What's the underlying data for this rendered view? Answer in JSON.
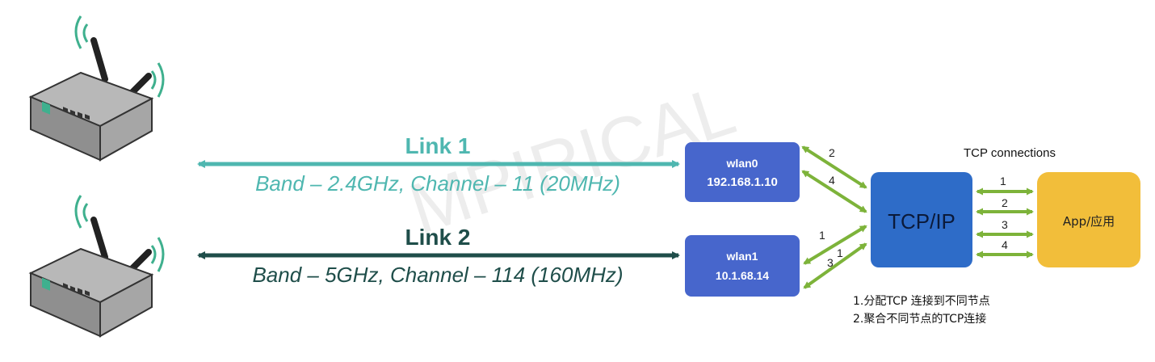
{
  "link1": {
    "title": "Link 1",
    "subtitle": "Band – 2.4GHz, Channel – 11 (20MHz)",
    "color": "#4FB7B0"
  },
  "link2": {
    "title": "Link 2",
    "subtitle": "Band – 5GHz, Channel – 114 (160MHz)",
    "color": "#1F4E4A"
  },
  "wlan0": {
    "name": "wlan0",
    "ip": "192.168.1.10",
    "color": "#4766CC"
  },
  "wlan1": {
    "name": "wlan1",
    "ip": "10.1.68.14",
    "color": "#4766CC"
  },
  "tcpip": {
    "label": "TCP/IP",
    "color": "#2E6CC8"
  },
  "app": {
    "label": "App/应用",
    "color": "#F2BE3A"
  },
  "tcp_connections_label": "TCP connections",
  "arrow_color": "#7DB33A",
  "wlan0_arrows": [
    "2",
    "4"
  ],
  "wlan1_arrows": [
    "1",
    "1",
    "3"
  ],
  "app_arrows": [
    "1",
    "2",
    "3",
    "4"
  ],
  "notes": [
    "1.分配TCP 连接到不同节点",
    "2.聚合不同节点的TCP连接"
  ],
  "watermark": "MPIRICAL"
}
